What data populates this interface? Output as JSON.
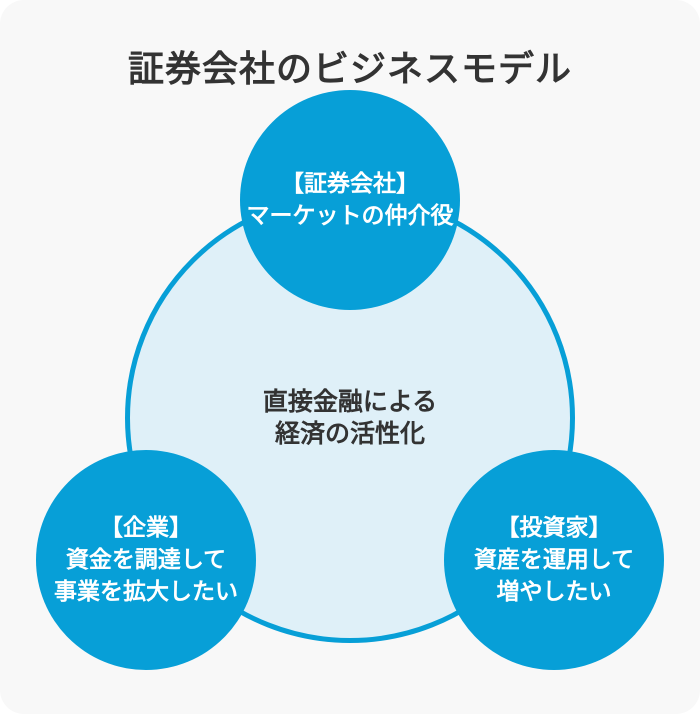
{
  "title": "証券会社のビジネスモデル",
  "colors": {
    "card_background": "#f8f8f8",
    "page_background": "#ffffff",
    "node_blue": "#079fd7",
    "center_circle_fill": "#dff0f8",
    "center_circle_border": "#079fd7",
    "dark_text": "#333333",
    "node_text": "#ffffff"
  },
  "center_circle": {
    "lines": [
      "直接金融による",
      "経済の活性化"
    ]
  },
  "nodes": [
    {
      "id": "securities-company",
      "lines": [
        "【証券会社】",
        "マーケットの仲介役"
      ]
    },
    {
      "id": "company",
      "lines": [
        "【企業】",
        "資金を調達して",
        "事業を拡大したい"
      ]
    },
    {
      "id": "investor",
      "lines": [
        "【投資家】",
        "資産を運用して",
        "増やしたい"
      ]
    }
  ]
}
